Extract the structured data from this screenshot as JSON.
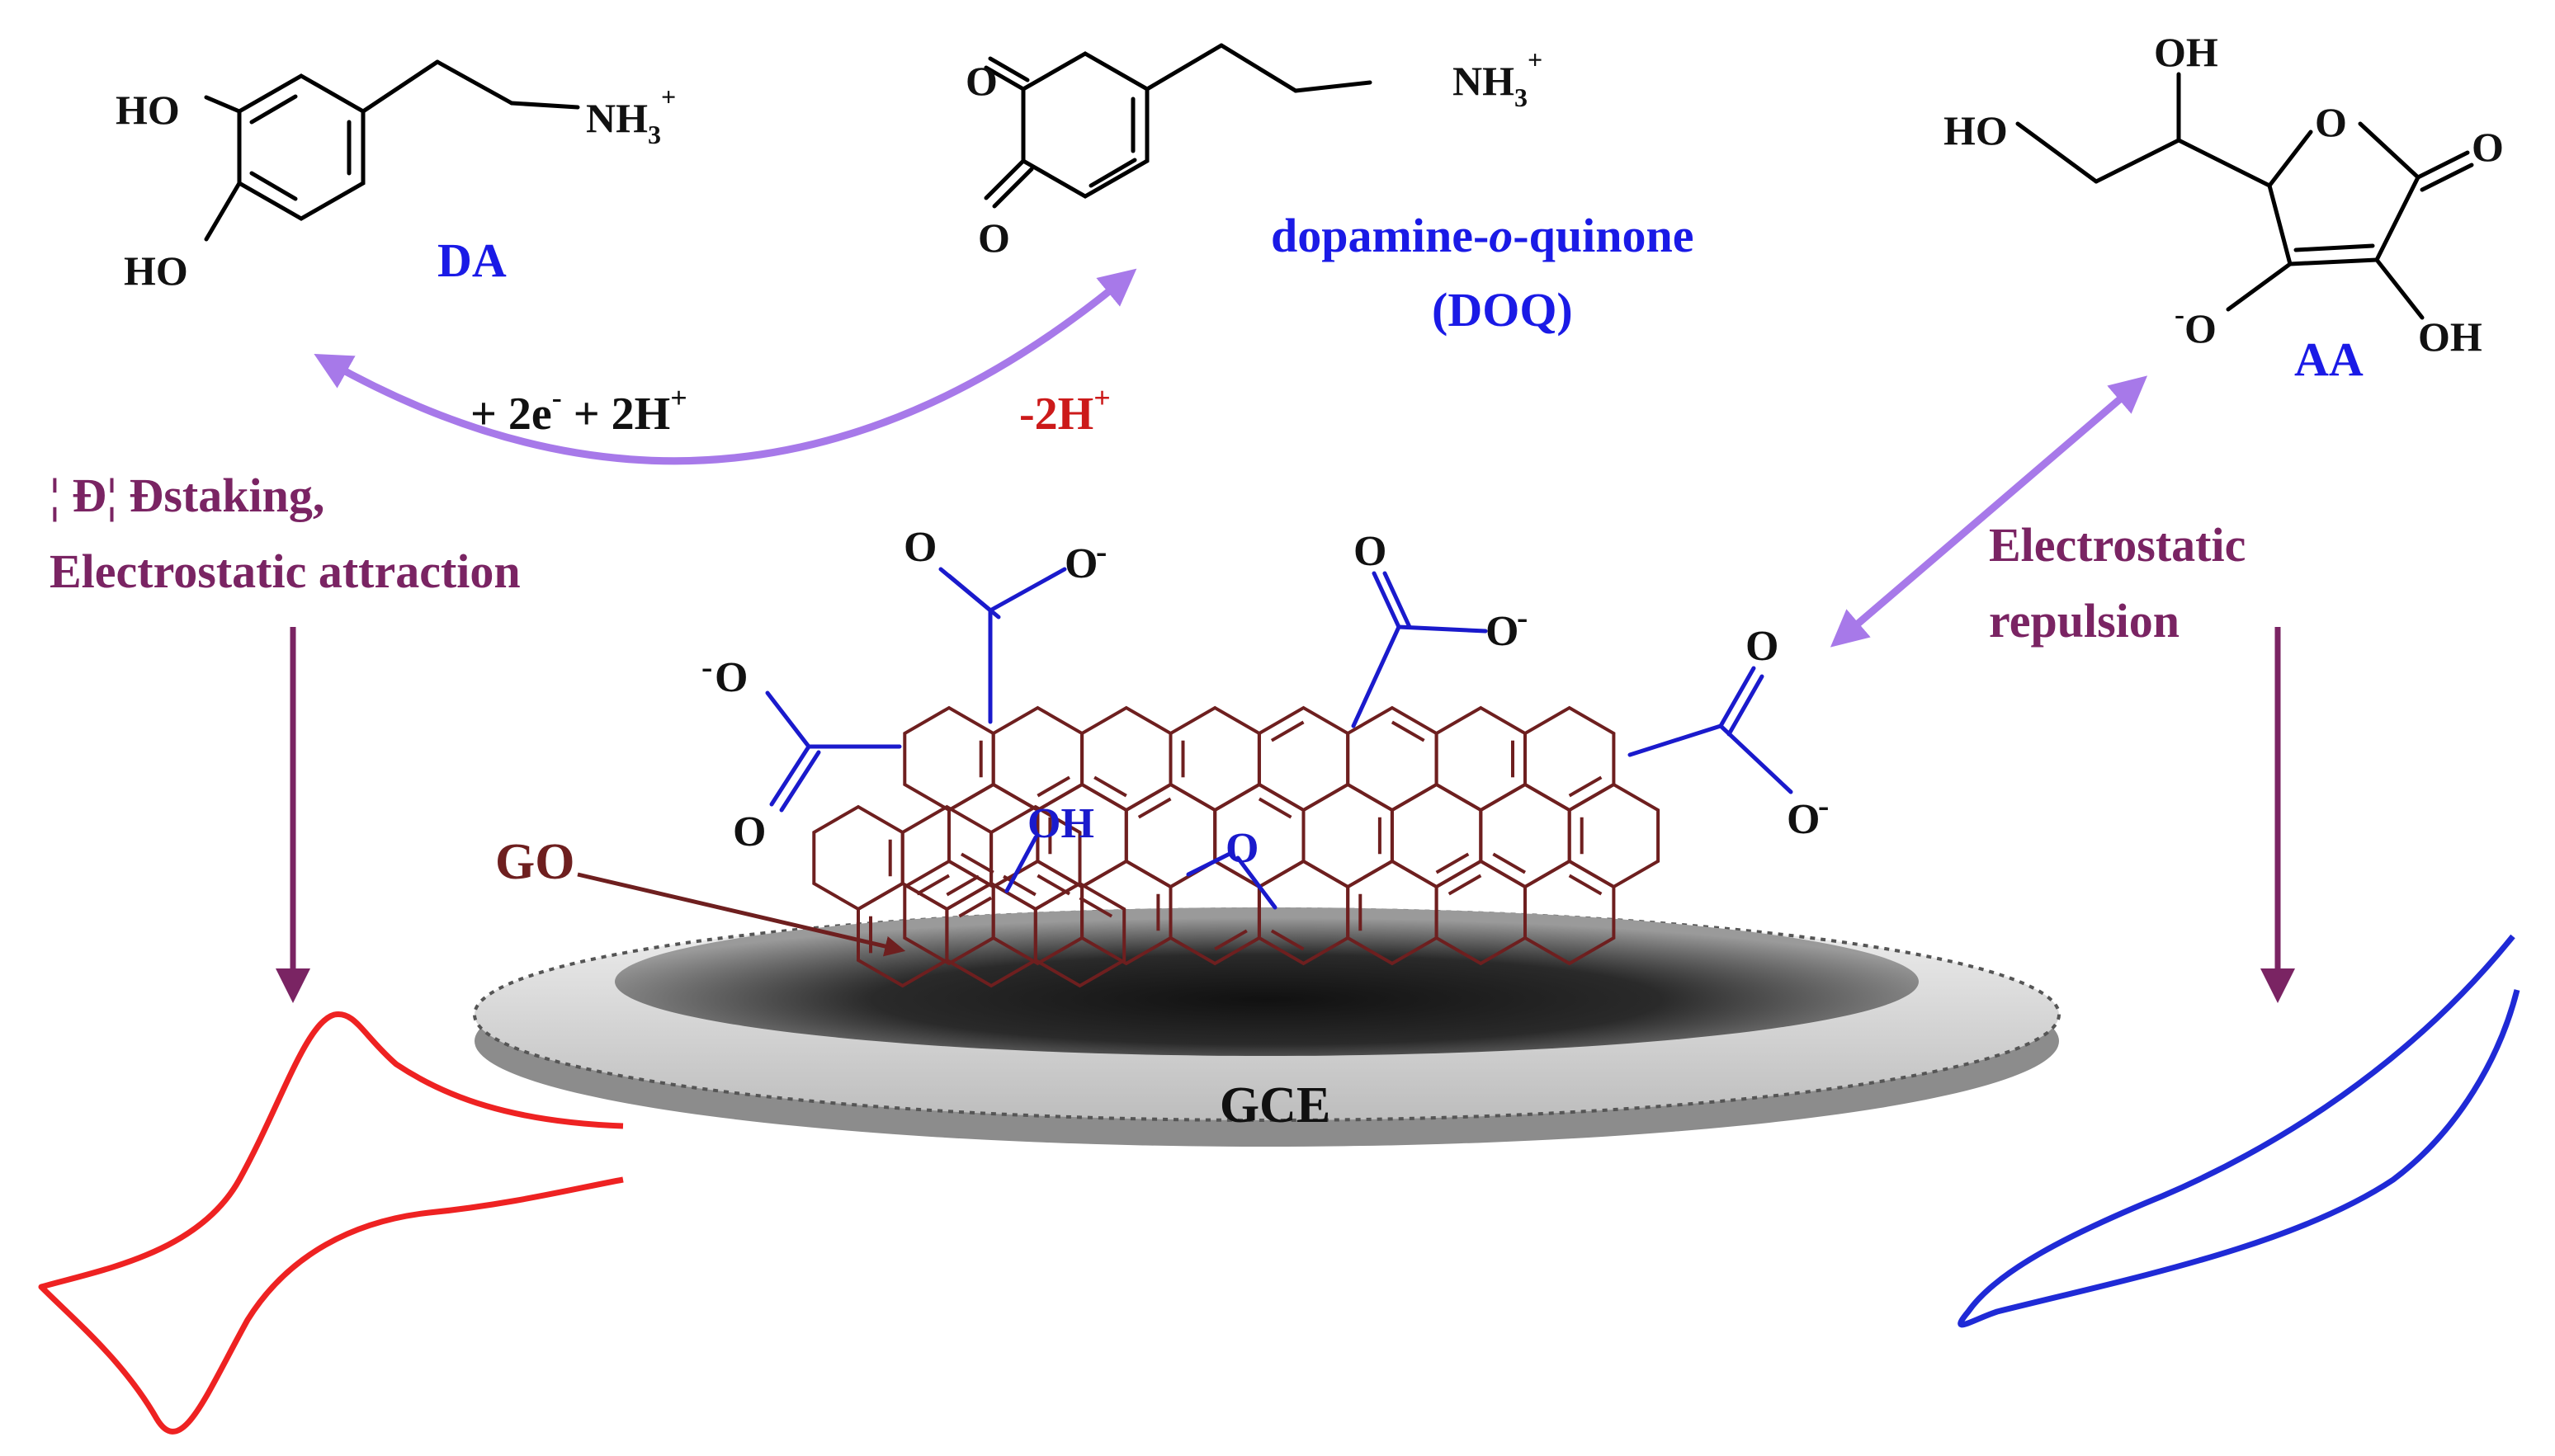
{
  "colors": {
    "bond": "#000000",
    "label_blue": "#1a1ae6",
    "ox_red": "#cc1a1a",
    "arrow_lilac": "#a779e9",
    "interaction_purple": "#7a2463",
    "go_brown": "#6e1f1f",
    "carboxyl_blue": "#1a1acc",
    "cv_red": "#ee2222",
    "cv_blue": "#1f2ad6",
    "electrode_grey": "#cfcfcf",
    "electrode_dark": "#1a1a1a"
  },
  "molecules": {
    "da": {
      "name": "DA",
      "ho_top": "HO",
      "ho_bottom": "HO",
      "amine": "NH",
      "amine_sub": "3",
      "amine_sup": "+"
    },
    "doq": {
      "name": "dopamine-o-quinone",
      "name_pre": "dopamine-",
      "name_italic": "o",
      "name_post": "-quinone",
      "abbr": "(DOQ)",
      "o_top": "O",
      "o_bottom": "O",
      "amine": "NH",
      "amine_sub": "3",
      "amine_sup": "+"
    },
    "aa": {
      "name": "AA",
      "oh_top": "OH",
      "ho_left": "HO",
      "ring_o": "O",
      "keto_o": "O",
      "o_minus": "O",
      "o_minus_sup": "-",
      "oh_right": "OH"
    }
  },
  "reaction": {
    "reduction_text": "+  2e",
    "reduction_e_sup": "-",
    "reduction_plus_h": "+  2H",
    "reduction_h_sup": "+",
    "oxidation_text": "-2H",
    "oxidation_sup": "+"
  },
  "interactions": {
    "left_line1": "¦ Ð¦ Ðstaking,",
    "left_line2": "Electrostatic attraction",
    "right_line1": "Electrostatic",
    "right_line2": "repulsion"
  },
  "graphene_oxide": {
    "label": "GO",
    "carboxyl_o": "O",
    "carboxyl_o_minus": "O",
    "minus": "-",
    "hydroxyl": "OH",
    "epoxy": "O"
  },
  "electrode": {
    "label": "GCE"
  }
}
